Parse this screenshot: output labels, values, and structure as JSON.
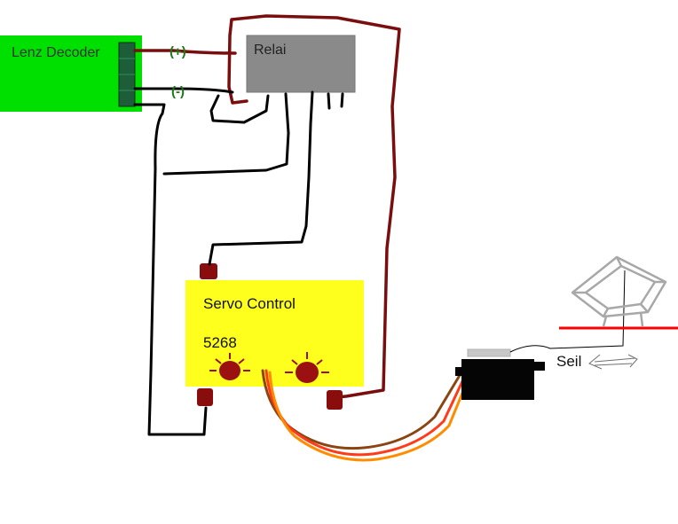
{
  "labels": {
    "decoder": "Lenz Decoder",
    "plus": "(+)",
    "minus": "(-)",
    "relay": "Relai",
    "servo_control": "Servo Control",
    "servo_model": "5268",
    "rope": "Seil"
  },
  "colors": {
    "decoder_green": "#00e000",
    "terminal": "#1d5d3a",
    "relay_gray": "#8a8a8a",
    "servo_yellow": "#ffff1e",
    "wire_red": "#7a0d0d",
    "wire_black": "#000000",
    "wire_brown": "#8b4513",
    "wire_orange": "#ff8c00",
    "wire_red_servo": "#ff3b1a",
    "track_red": "#ff0000",
    "signal_gray": "#a8a8a8"
  }
}
